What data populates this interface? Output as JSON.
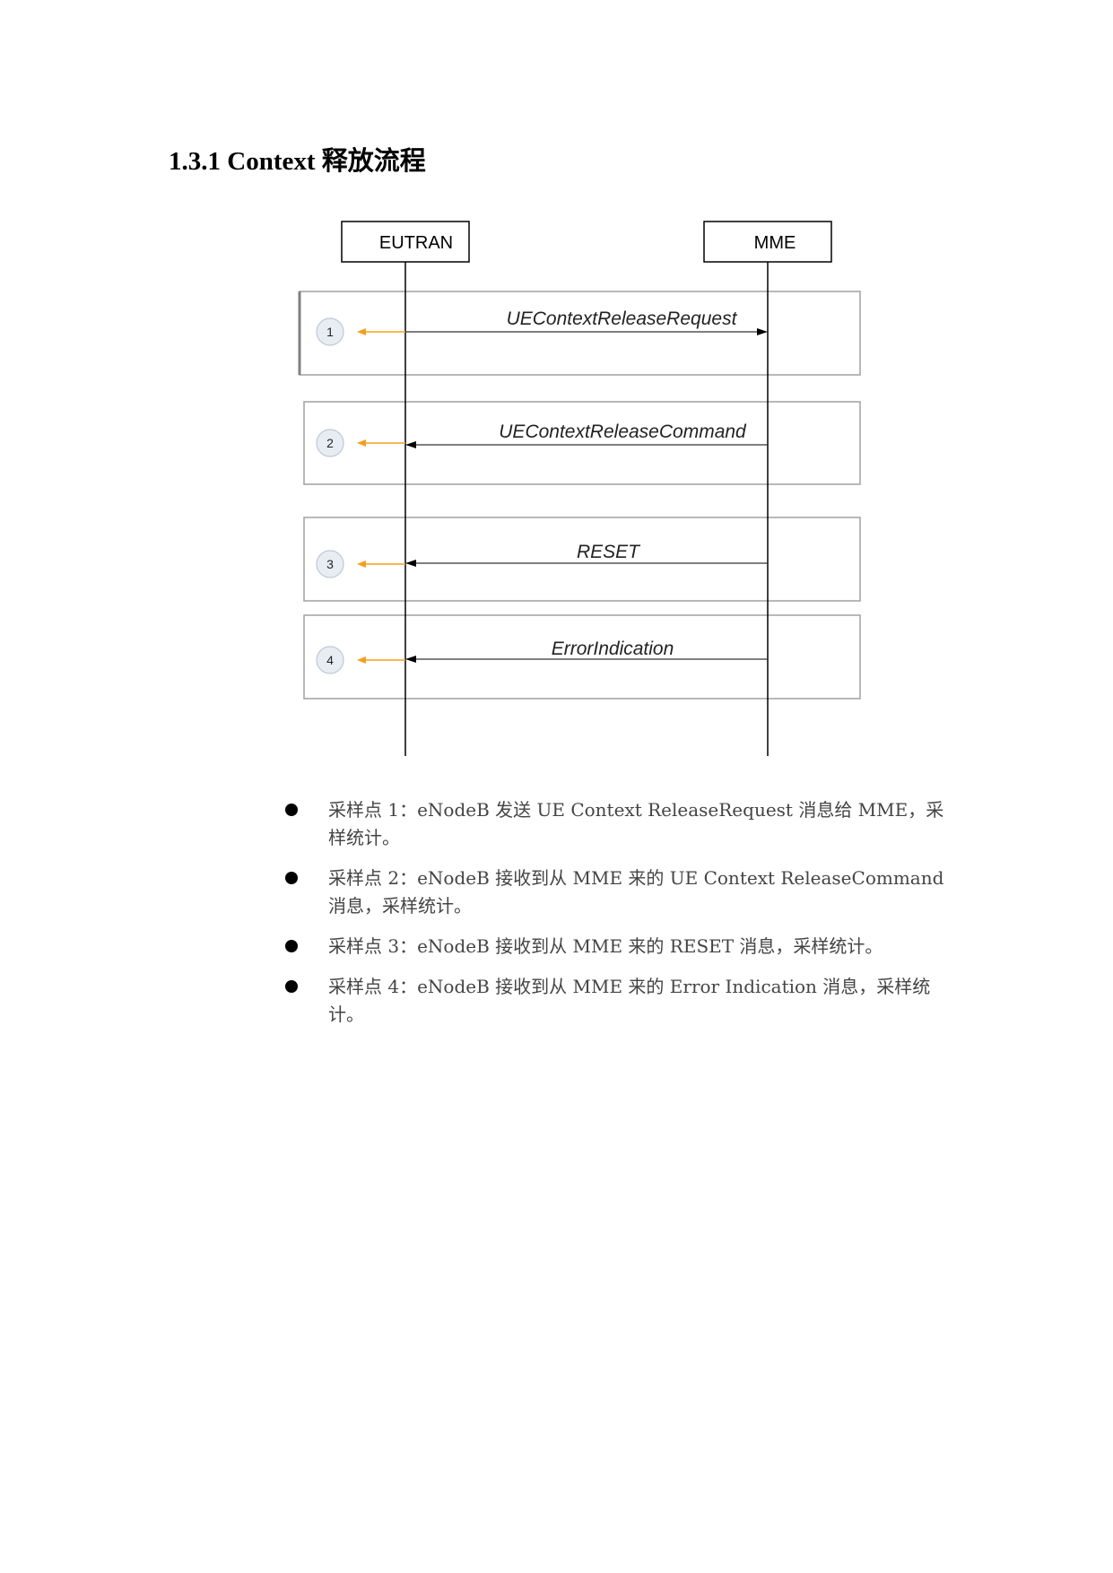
{
  "heading": "1.3.1 Context 释放流程",
  "diagram": {
    "entities": [
      "EUTRAN",
      "MME"
    ],
    "steps": [
      {
        "num": "1",
        "message": "UEContextReleaseRequest"
      },
      {
        "num": "2",
        "message": "UEContextReleaseCommand"
      },
      {
        "num": "3",
        "message": "RESET"
      },
      {
        "num": "4",
        "message": "ErrorIndication"
      }
    ],
    "colors": {
      "box_border": "#a0a0a0",
      "pointer": "#f0a020",
      "badge_fill": "#e8edf4"
    }
  },
  "bullets": [
    "采样点 1：eNodeB 发送 UE  Context  ReleaseRequest 消息给 MME，采样统计。",
    "采样点 2：eNodeB 接收到从 MME 来的 UE  Context  ReleaseCommand 消息，采样统计。",
    "采样点 3：eNodeB 接收到从 MME 来的 RESET 消息，采样统计。",
    "采样点 4：eNodeB 接收到从 MME 来的 Error  Indication 消息，采样统计。"
  ]
}
